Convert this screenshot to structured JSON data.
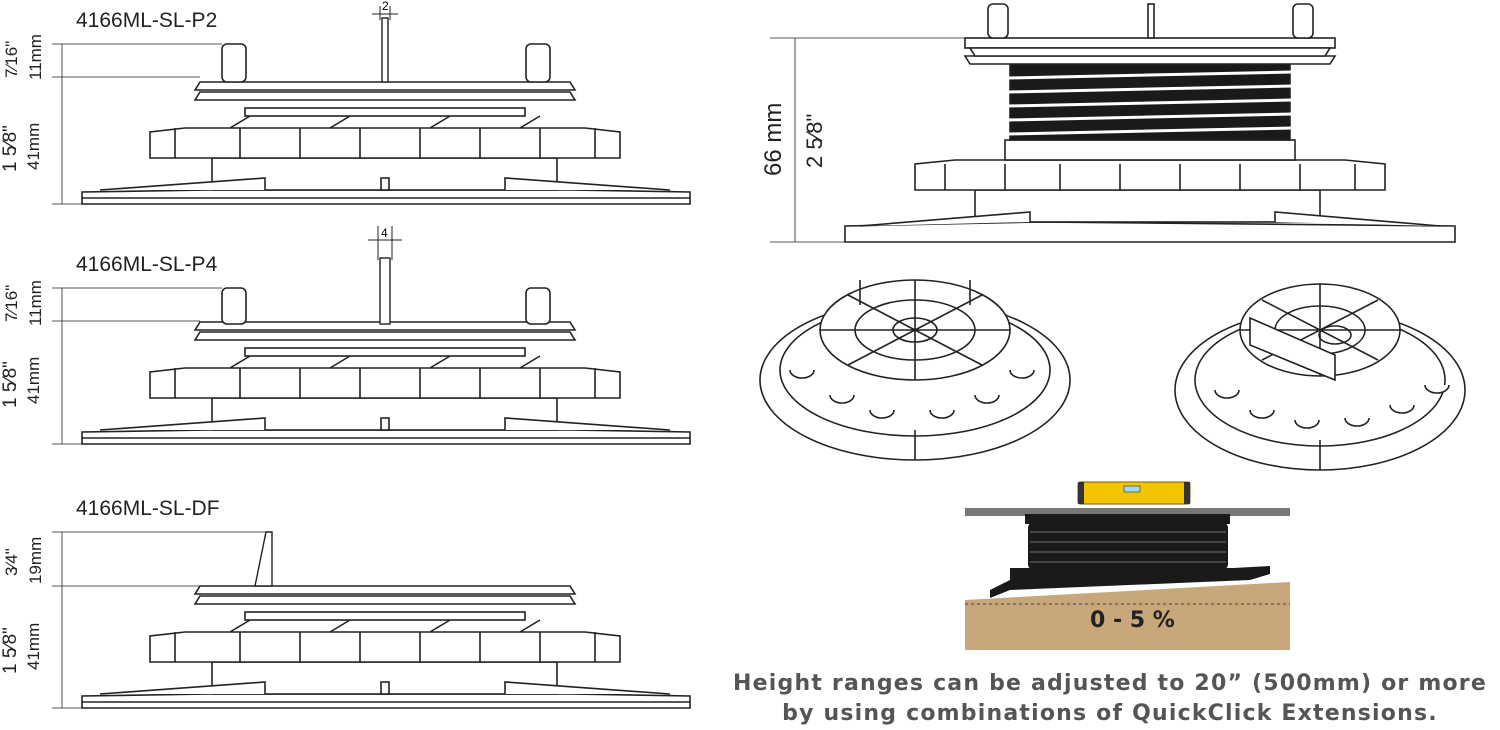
{
  "diagrams": [
    {
      "model": "4166ML-SL-P2",
      "tab_width": "2",
      "top_dim": {
        "inch": "7⁄16\"",
        "mm": "11mm"
      },
      "base_dim": {
        "inch": "1 5⁄8\"",
        "mm": "41mm"
      }
    },
    {
      "model": "4166ML-SL-P4",
      "tab_width": "4",
      "top_dim": {
        "inch": "7⁄16\"",
        "mm": "11mm"
      },
      "base_dim": {
        "inch": "1 5⁄8\"",
        "mm": "41mm"
      }
    },
    {
      "model": "4166ML-SL-DF",
      "top_dim": {
        "inch": "3⁄4\"",
        "mm": "19mm"
      },
      "base_dim": {
        "inch": "1 5⁄8\"",
        "mm": "41mm"
      }
    }
  ],
  "pedestal_height": {
    "mm": "66 mm",
    "inch": "2 5⁄8\""
  },
  "slope_label": "0 - 5 %",
  "note": {
    "line1": "Height ranges can be adjusted to 20” (500mm) or more",
    "line2": "by using combinations of QuickClick Extensions."
  },
  "colors": {
    "line": "#222222",
    "level": "#f5c400",
    "ground": "#c8a77b",
    "spring": "#1a1a1a",
    "note": "#555555"
  }
}
